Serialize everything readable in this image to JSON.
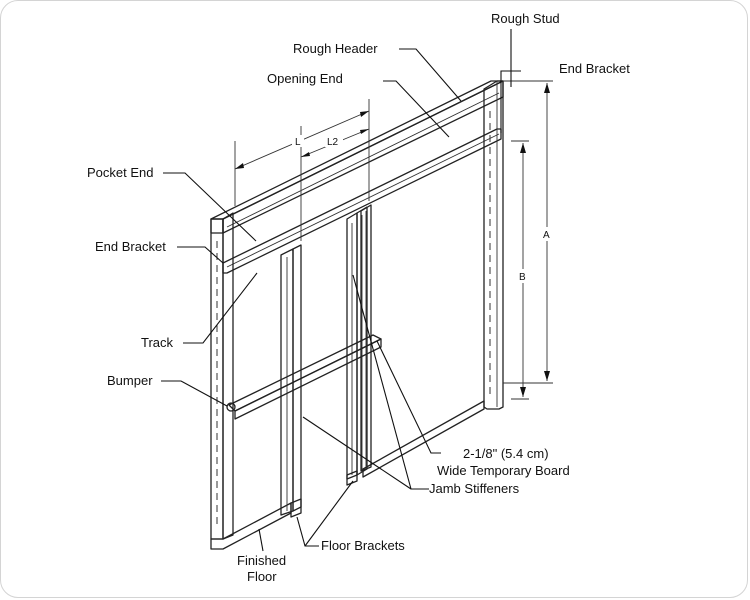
{
  "labels": {
    "rough_stud": "Rough Stud",
    "rough_header": "Rough Header",
    "end_bracket_top": "End Bracket",
    "opening_end": "Opening End",
    "pocket_end": "Pocket End",
    "end_bracket_left": "End Bracket",
    "track": "Track",
    "bumper": "Bumper",
    "board_line1": "2-1/8\" (5.4 cm)",
    "board_line2": "Wide Temporary Board",
    "jamb_stiffeners": "Jamb Stiffeners",
    "floor_brackets": "Floor Brackets",
    "finished_floor_line1": "Finished",
    "finished_floor_line2": "Floor"
  },
  "dimensions": {
    "l": "L",
    "l2": "L2",
    "a": "A",
    "b": "B"
  }
}
